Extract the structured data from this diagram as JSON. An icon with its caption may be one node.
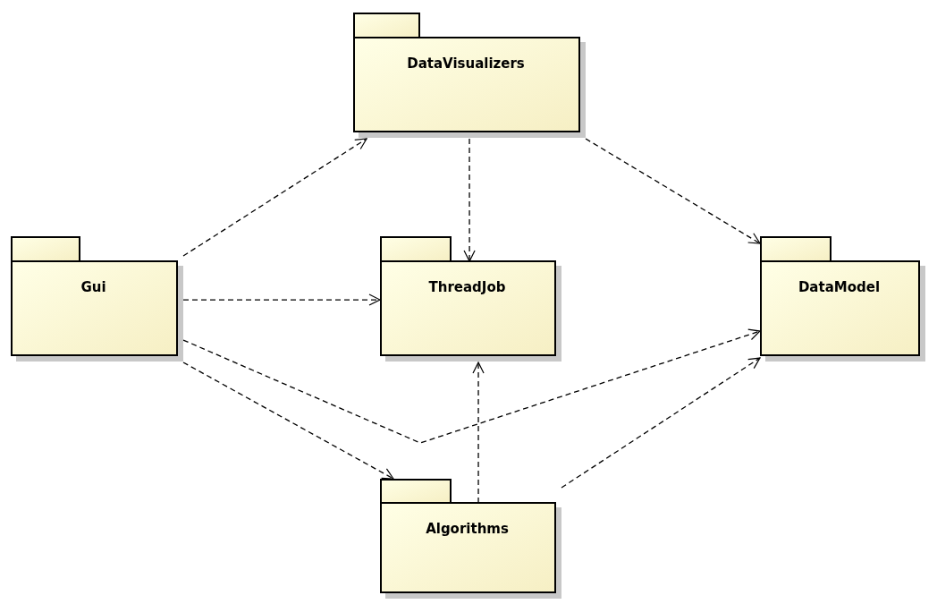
{
  "diagram": {
    "nodes": [
      {
        "text": [
          "DataVisualizers"
        ]
      },
      {
        "text": [
          "Gui"
        ]
      },
      {
        "text": [
          "ThreadJob"
        ]
      },
      {
        "text": [
          "DataModel"
        ]
      },
      {
        "text": [
          "Algorithms"
        ]
      }
    ],
    "edges": [
      {
        "from": 1,
        "to": 0,
        "arrow": "to",
        "style": "dashed"
      },
      {
        "from": 1,
        "to": 2,
        "arrow": "to",
        "style": "dashed"
      },
      {
        "from": 1,
        "to": 3,
        "arrow": "to",
        "style": "dashed"
      },
      {
        "from": 1,
        "to": 4,
        "arrow": "to",
        "style": "dashed"
      },
      {
        "from": 0,
        "to": 2,
        "arrow": "to",
        "style": "dashed"
      },
      {
        "from": 0,
        "to": 3,
        "arrow": "to",
        "style": "dashed"
      },
      {
        "from": 4,
        "to": 2,
        "arrow": "to",
        "style": "dashed"
      },
      {
        "from": 4,
        "to": 3,
        "arrow": "to",
        "style": "dashed"
      }
    ]
  }
}
